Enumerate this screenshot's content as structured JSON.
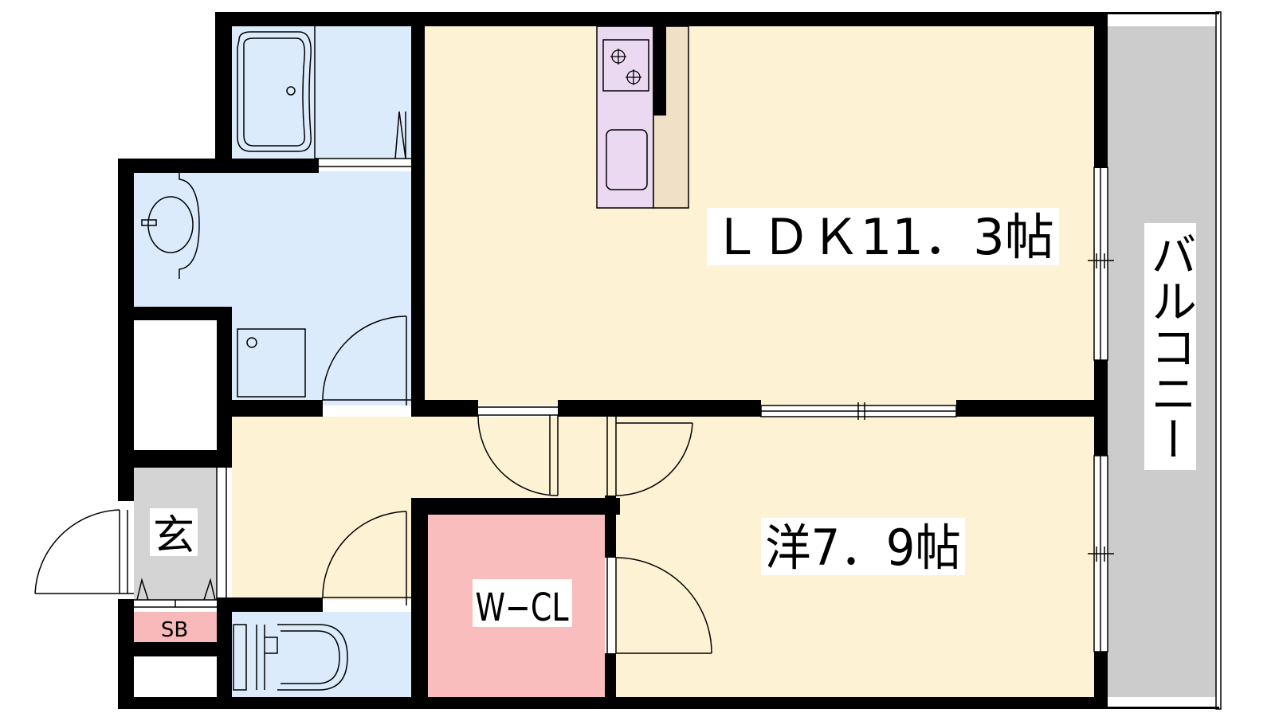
{
  "floor_plan": {
    "rooms": {
      "ldk": "ＬＤＫ11．3帖",
      "western": "洋7．9帖",
      "wcl": "W−CL",
      "entrance": "玄",
      "shoe_box": "SB",
      "balcony": "バルコニー"
    },
    "colors": {
      "wall": "#000000",
      "living": "#fdf2d3",
      "wet_area": "#dcebfb",
      "entrance_floor": "#d4d4d4",
      "balcony": "#cccccc",
      "wcl": "#f9bdbd",
      "kitchen_counter": "#ead9f0",
      "counter_wood": "#f0e0c6",
      "shoe_box": "#f7b9b9"
    }
  }
}
